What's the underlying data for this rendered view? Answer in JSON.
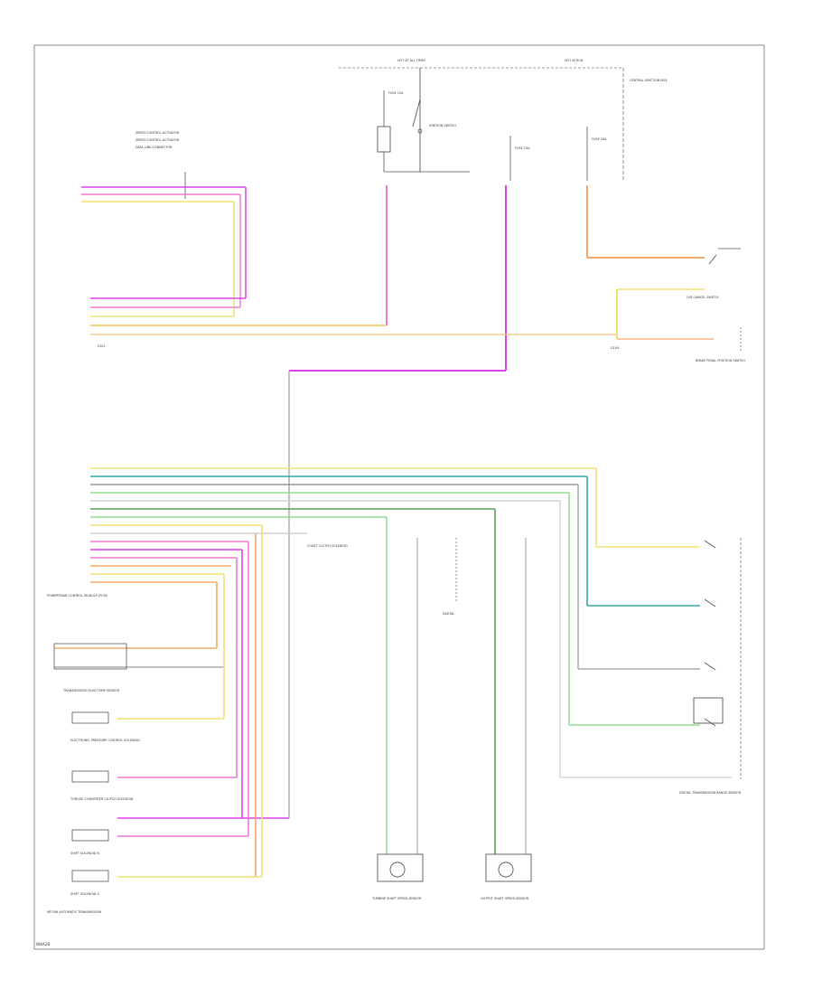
{
  "diagram": {
    "footer_code": "W4A2B",
    "captions": {
      "pcm_label": "POWERTRAIN CONTROL MODULE (PCM)",
      "transmission_label": "4R70W AUTOMATIC TRANSMISSION",
      "sensor_left": "TURBINE SHAFT SPEED SENSOR",
      "sensor_right": "OUTPUT SHAFT SPEED SENSOR",
      "digital_range_sensor": "DIGITAL TRANSMISSION RANGE SENSOR",
      "overdrive_switch": "O/D CANCEL SWITCH",
      "brake_switch": "BRAKE PEDAL POSITION SWITCH",
      "data_link": "DATA LINK CONNECTOR",
      "ignition_switch": "IGNITION SWITCH",
      "fuse_box": "CENTRAL JUNCTION BOX",
      "speed_control": "SPEED CONTROL ACTUATOR",
      "hot_at_all_times": "HOT AT ALL TIMES",
      "hot_in_run": "HOT IN RUN",
      "fuse_left": "FUSE 15A",
      "fuse_mid": "FUSE 10A",
      "fuse_right": "FUSE 20A",
      "ground_label": "G104",
      "pink_junction": "S101",
      "shift_solenoid_a": "SHIFT SOLENOID A",
      "shift_solenoid_b": "SHIFT SOLENOID B",
      "tcc_solenoid": "TORQUE CONVERTER CLUTCH SOLENOID",
      "epc_solenoid": "ELECTRONIC PRESSURE CONTROL SOLENOID",
      "temp_sensor": "TRANSMISSION FLUID TEMP SENSOR",
      "coast_clutch": "COAST CLUTCH SOLENOID",
      "ohms": "DIGITAL"
    }
  },
  "colors": {
    "pink": "#f07ad0",
    "magenta": "#e040e8",
    "orange": "#f5a868",
    "yellow": "#f0e070",
    "teal": "#30a8a8",
    "green": "#90e090",
    "darkgreen": "#5aa05a",
    "gray": "#9a9a9a",
    "frame": "#8a8a8a"
  }
}
